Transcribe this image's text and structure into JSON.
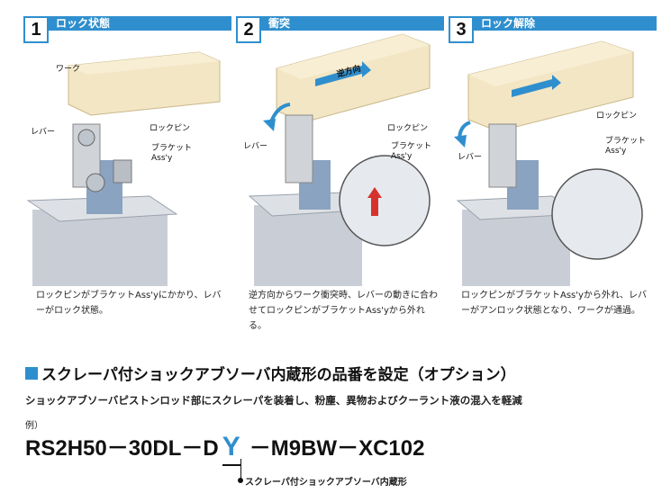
{
  "panels": [
    {
      "number": "1",
      "title": "ロック状態",
      "labels": {
        "work": "ワーク",
        "lever": "レバー",
        "lock_pin": "ロックピン",
        "bracket": "ブラケット\nAss'y"
      },
      "text": "ロックピンがブラケットAss'yにかかり、レバーがロック状態。"
    },
    {
      "number": "2",
      "title": "衝突",
      "labels": {
        "direction": "逆方向",
        "lever": "レバー",
        "lock_pin": "ロックピン",
        "bracket": "ブラケット\nAss'y"
      },
      "text": "逆方向からワーク衝突時、レバーの動きに合わせてロックピンがブラケットAss'yから外れる。"
    },
    {
      "number": "3",
      "title": "ロック解除",
      "labels": {
        "lever": "レバー",
        "lock_pin": "ロックピン",
        "bracket": "ブラケット\nAss'y"
      },
      "text": "ロックピンがブラケットAss'yから外れ、レバーがアンロック状態となり、ワークが通過。"
    }
  ],
  "section": {
    "title": "スクレーパ付ショックアブソーバ内蔵形の品番を設定（オプション）",
    "description": "ショックアブソーバピストンロッド部にスクレーパを装着し、粉塵、異物およびクーラント液の混入を軽減",
    "example_label": "例）",
    "model_prefix": "RS2H50－30DL－D",
    "model_highlight": "Y",
    "model_suffix": "－M9BW－XC102",
    "callout": "スクレーパ付ショックアブソーバ内蔵形"
  },
  "colors": {
    "accent": "#2f8fce",
    "work_block": "#f3e6c4"
  }
}
